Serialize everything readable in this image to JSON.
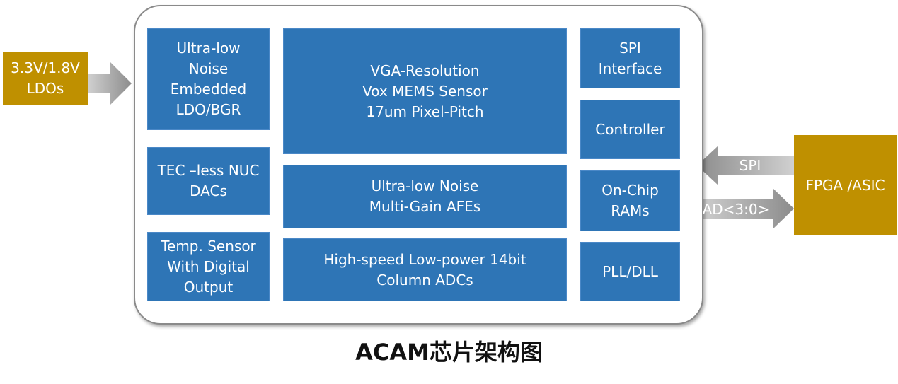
{
  "chip_blocks": {
    "ldo_bgr": "Ultra-low\nNoise\nEmbedded\nLDO/BGR",
    "nuc_dacs": "TEC –less NUC\nDACs",
    "temp_sensor": "Temp. Sensor\nWith Digital\nOutput",
    "mems_sensor": "VGA-Resolution\nVox MEMS Sensor\n17um Pixel-Pitch",
    "afes": "Ultra-low Noise\nMulti-Gain AFEs",
    "adcs": "High-speed Low-power 14bit\nColumn ADCs",
    "spi_interface": "SPI\nInterface",
    "controller": "Controller",
    "rams": "On-Chip\nRAMs",
    "pll_dll": "PLL/DLL"
  },
  "external": {
    "ldos": "3.3V/1.8V\nLDOs",
    "fpga": "FPGA /ASIC"
  },
  "arrows": {
    "spi": "SPI",
    "ad": "AD<3:0>"
  },
  "title": "ACAM芯片架构图",
  "colors": {
    "block_blue": "#2e75b6",
    "external_gold": "#bf9000",
    "arrow_gray": "#a6a6a6"
  }
}
